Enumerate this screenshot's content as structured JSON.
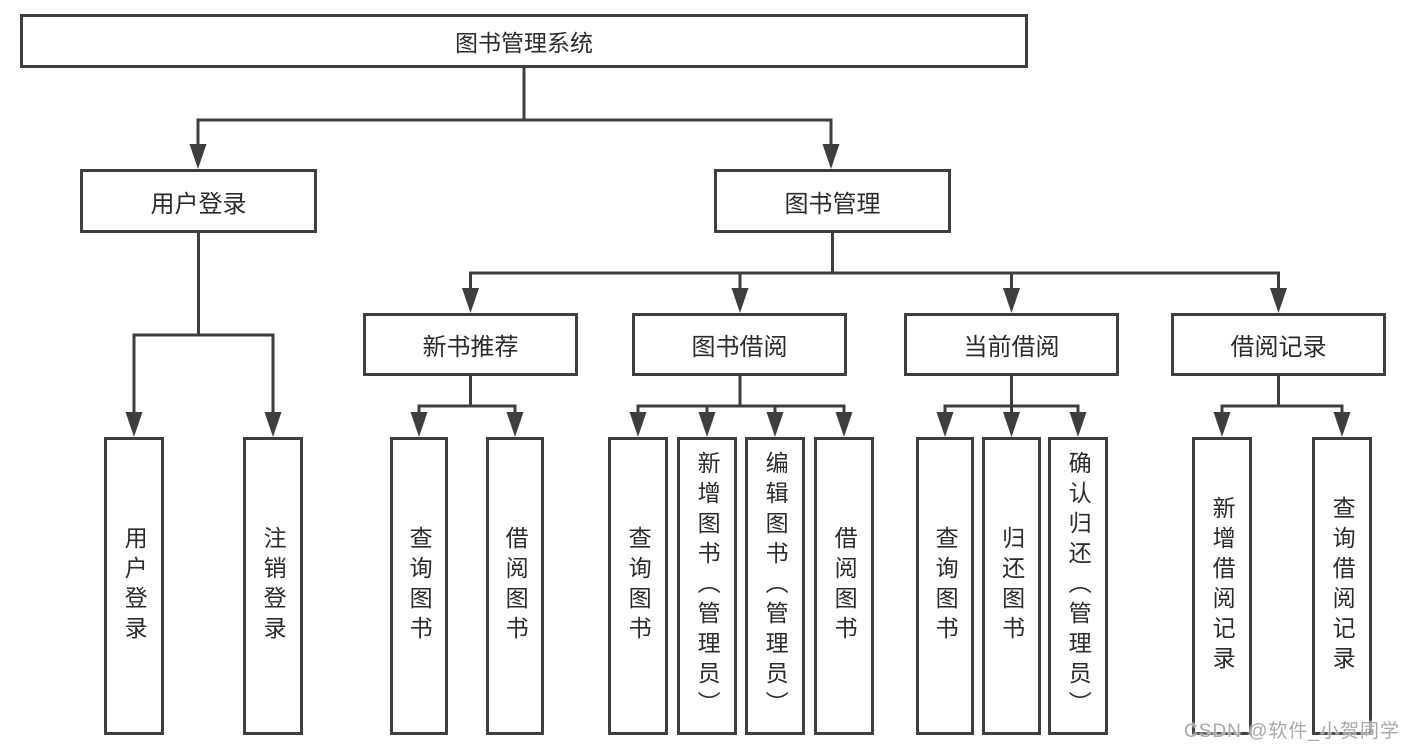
{
  "diagram": {
    "root": {
      "label": "图书管理系统"
    },
    "level2": [
      {
        "id": "user-login",
        "label": "用户登录"
      },
      {
        "id": "book-management",
        "label": "图书管理"
      }
    ],
    "level3": [
      {
        "id": "new-book-recommend",
        "label": "新书推荐"
      },
      {
        "id": "book-borrow",
        "label": "图书借阅"
      },
      {
        "id": "current-borrow",
        "label": "当前借阅"
      },
      {
        "id": "borrow-record",
        "label": "借阅记录"
      }
    ],
    "leaves": {
      "user_login": [
        "用户登录",
        "注销登录"
      ],
      "new_book_recommend": [
        "查询图书",
        "借阅图书"
      ],
      "book_borrow": [
        "查询图书",
        "新增图书（管理员）",
        "编辑图书（管理员）",
        "借阅图书"
      ],
      "current_borrow": [
        "查询图书",
        "归还图书",
        "确认归还（管理员）"
      ],
      "borrow_record": [
        "新增借阅记录",
        "查询借阅记录"
      ]
    },
    "watermark": "CSDN @软件_小贺同学",
    "colors": {
      "line": "#3e3e3e",
      "text": "#2b2b2b",
      "background": "#ffffff",
      "watermark": "#a9a9a9"
    }
  }
}
